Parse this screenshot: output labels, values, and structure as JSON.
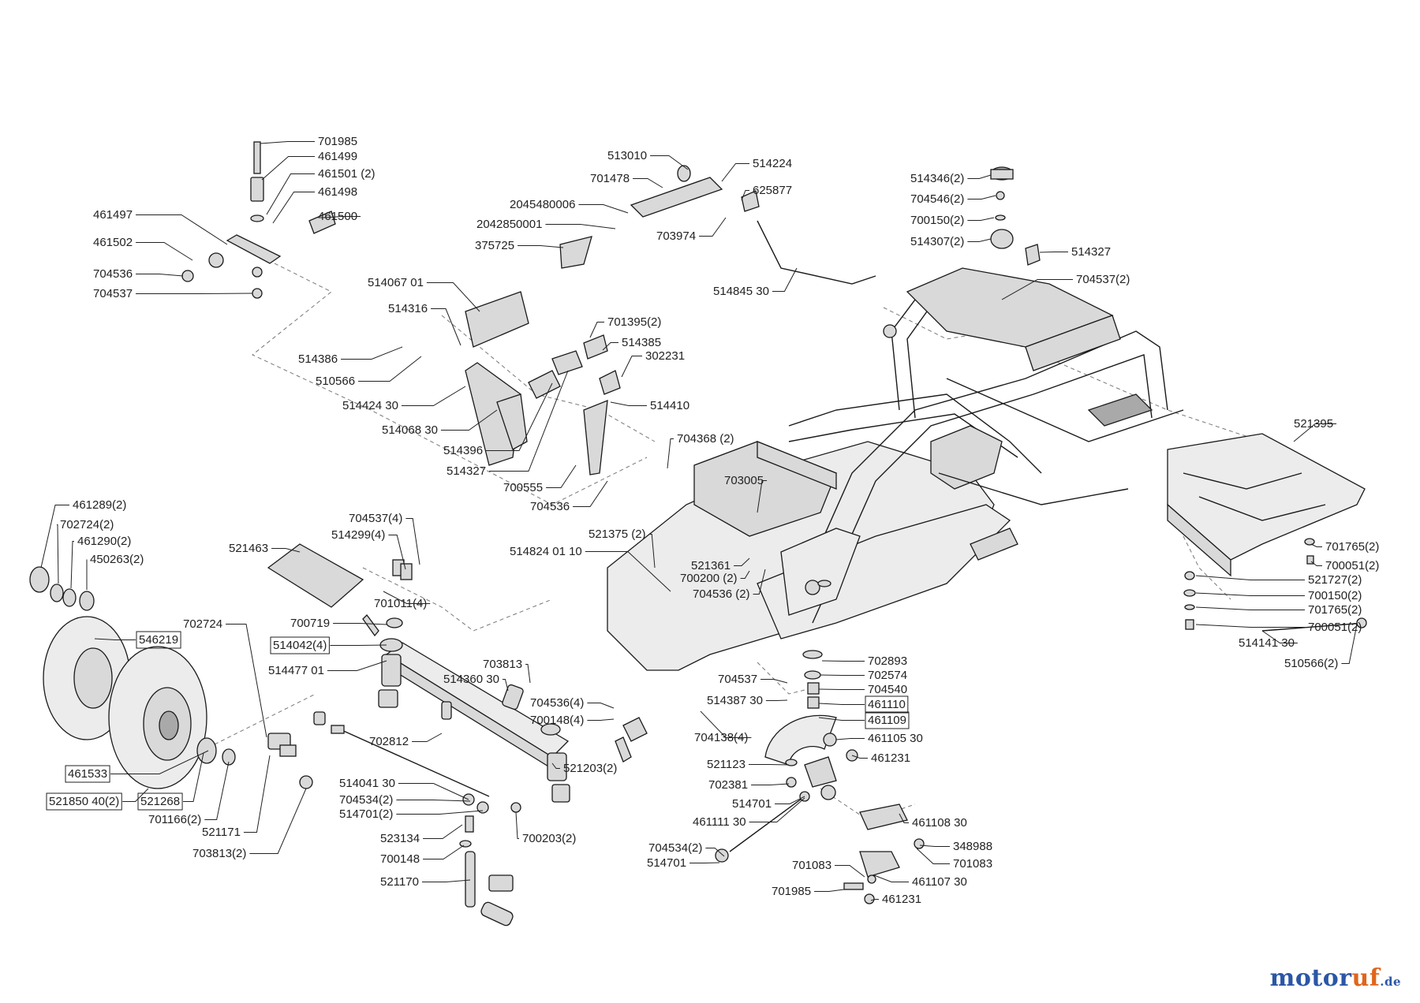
{
  "brand": {
    "name_part1": "motor",
    "name_part2": "uf",
    "suffix": ".de"
  },
  "labels": [
    {
      "id": "701985-a",
      "text": "701985"
    },
    {
      "id": "461499",
      "text": "461499"
    },
    {
      "id": "461501",
      "text": "461501 (2)"
    },
    {
      "id": "461498",
      "text": "461498"
    },
    {
      "id": "461497",
      "text": "461497"
    },
    {
      "id": "461500",
      "text": "461500"
    },
    {
      "id": "461502",
      "text": "461502"
    },
    {
      "id": "704536-a",
      "text": "704536"
    },
    {
      "id": "704537-a",
      "text": "704537"
    },
    {
      "id": "513010",
      "text": "513010"
    },
    {
      "id": "514224",
      "text": "514224"
    },
    {
      "id": "701478",
      "text": "701478"
    },
    {
      "id": "625877",
      "text": "625877"
    },
    {
      "id": "2045480006",
      "text": "2045480006"
    },
    {
      "id": "2042850001",
      "text": "2042850001"
    },
    {
      "id": "703974",
      "text": "703974"
    },
    {
      "id": "375725",
      "text": "375725"
    },
    {
      "id": "514845-30",
      "text": "514845 30"
    },
    {
      "id": "514346",
      "text": "514346(2)"
    },
    {
      "id": "704546",
      "text": "704546(2)"
    },
    {
      "id": "700150-a",
      "text": "700150(2)"
    },
    {
      "id": "514307",
      "text": "514307(2)"
    },
    {
      "id": "514327-a",
      "text": "514327"
    },
    {
      "id": "704537-b",
      "text": "704537(2)"
    },
    {
      "id": "514067-01",
      "text": "514067 01"
    },
    {
      "id": "514316",
      "text": "514316"
    },
    {
      "id": "701395",
      "text": "701395(2)"
    },
    {
      "id": "514386",
      "text": "514386"
    },
    {
      "id": "514385",
      "text": "514385"
    },
    {
      "id": "302231",
      "text": "302231"
    },
    {
      "id": "510566-a",
      "text": "510566"
    },
    {
      "id": "514424-30",
      "text": "514424 30"
    },
    {
      "id": "514410",
      "text": "514410"
    },
    {
      "id": "514068-30",
      "text": "514068 30"
    },
    {
      "id": "514396",
      "text": "514396"
    },
    {
      "id": "704368",
      "text": "704368 (2)"
    },
    {
      "id": "514327-b",
      "text": "514327"
    },
    {
      "id": "700555",
      "text": "700555"
    },
    {
      "id": "703005",
      "text": "703005"
    },
    {
      "id": "704536-b",
      "text": "704536"
    },
    {
      "id": "521395",
      "text": "521395"
    },
    {
      "id": "461289",
      "text": "461289(2)"
    },
    {
      "id": "702724-a",
      "text": "702724(2)"
    },
    {
      "id": "461290",
      "text": "461290(2)"
    },
    {
      "id": "450263",
      "text": "450263(2)"
    },
    {
      "id": "704537-c",
      "text": "704537(4)"
    },
    {
      "id": "514299",
      "text": "514299(4)"
    },
    {
      "id": "521375",
      "text": "521375 (2)"
    },
    {
      "id": "521463",
      "text": "521463"
    },
    {
      "id": "514824-01-10",
      "text": "514824 01 10"
    },
    {
      "id": "521361",
      "text": "521361"
    },
    {
      "id": "700200",
      "text": "700200 (2)"
    },
    {
      "id": "704536-c",
      "text": "704536 (2)"
    },
    {
      "id": "701011",
      "text": "701011(4)"
    },
    {
      "id": "701765-a",
      "text": "701765(2)"
    },
    {
      "id": "700051-a",
      "text": "700051(2)"
    },
    {
      "id": "521727",
      "text": "521727(2)"
    },
    {
      "id": "700150-b",
      "text": "700150(2)"
    },
    {
      "id": "701765-b",
      "text": "701765(2)"
    },
    {
      "id": "700051-b",
      "text": "700051(2)"
    },
    {
      "id": "514141-30",
      "text": "514141 30"
    },
    {
      "id": "510566-b",
      "text": "510566(2)"
    },
    {
      "id": "702724-b",
      "text": "702724"
    },
    {
      "id": "700719",
      "text": "700719"
    },
    {
      "id": "546219",
      "text": "546219",
      "boxed": true
    },
    {
      "id": "514042",
      "text": "514042(4)",
      "boxed": true
    },
    {
      "id": "514477-01",
      "text": "514477 01"
    },
    {
      "id": "703813-a",
      "text": "703813"
    },
    {
      "id": "514360-30",
      "text": "514360 30"
    },
    {
      "id": "702893",
      "text": "702893"
    },
    {
      "id": "702574",
      "text": "702574"
    },
    {
      "id": "704537-d",
      "text": "704537"
    },
    {
      "id": "704540",
      "text": "704540"
    },
    {
      "id": "514387-30",
      "text": "514387 30"
    },
    {
      "id": "461110",
      "text": "461110",
      "boxed": true
    },
    {
      "id": "704536-d",
      "text": "704536(4)"
    },
    {
      "id": "461109",
      "text": "461109",
      "boxed": true
    },
    {
      "id": "700148-a",
      "text": "700148(4)"
    },
    {
      "id": "704138",
      "text": "704138(4)"
    },
    {
      "id": "461105-30",
      "text": "461105 30"
    },
    {
      "id": "702812",
      "text": "702812"
    },
    {
      "id": "461533",
      "text": "461533",
      "boxed": true
    },
    {
      "id": "521203",
      "text": "521203(2)"
    },
    {
      "id": "461231-a",
      "text": "461231"
    },
    {
      "id": "521123",
      "text": "521123"
    },
    {
      "id": "514041-30",
      "text": "514041 30"
    },
    {
      "id": "702381",
      "text": "702381"
    },
    {
      "id": "521850-40",
      "text": "521850 40(2)",
      "boxed": true
    },
    {
      "id": "521268",
      "text": "521268",
      "boxed": true
    },
    {
      "id": "704534-a",
      "text": "704534(2)"
    },
    {
      "id": "514701-a",
      "text": "514701"
    },
    {
      "id": "701166",
      "text": "701166(2)"
    },
    {
      "id": "514701-b",
      "text": "514701(2)"
    },
    {
      "id": "461111-30",
      "text": "461111 30"
    },
    {
      "id": "461108-30",
      "text": "461108 30"
    },
    {
      "id": "521171",
      "text": "521171"
    },
    {
      "id": "523134",
      "text": "523134"
    },
    {
      "id": "700203",
      "text": "700203(2)"
    },
    {
      "id": "704534-b",
      "text": "704534(2)"
    },
    {
      "id": "348988",
      "text": "348988"
    },
    {
      "id": "703813-b",
      "text": "703813(2)"
    },
    {
      "id": "700148-b",
      "text": "700148"
    },
    {
      "id": "514701-c",
      "text": "514701"
    },
    {
      "id": "701083-a",
      "text": "701083"
    },
    {
      "id": "701083-b",
      "text": "701083"
    },
    {
      "id": "521170",
      "text": "521170"
    },
    {
      "id": "461107-30",
      "text": "461107 30"
    },
    {
      "id": "701985-b",
      "text": "701985"
    },
    {
      "id": "461231-b",
      "text": "461231"
    }
  ]
}
